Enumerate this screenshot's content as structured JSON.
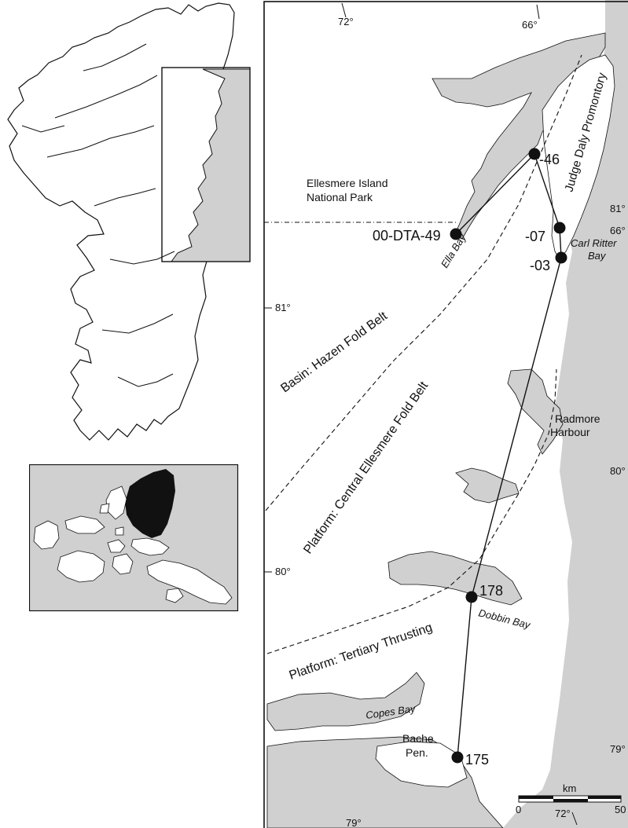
{
  "colors": {
    "land": "#ffffff",
    "water": "#d0d0d0",
    "ink": "#111111",
    "highlight": "#111111"
  },
  "degree_labels": [
    "72°",
    "66°",
    "81°",
    "66°",
    "81°",
    "80°",
    "80°",
    "79°",
    "79°",
    "72°"
  ],
  "region_labels": {
    "park_line1": "Ellesmere Island",
    "park_line2": "National Park",
    "promontory": "Judge Daly Promontory",
    "carl_ritter_line1": "Carl Ritter",
    "carl_ritter_line2": "Bay",
    "ella_bay": "Ella Bay",
    "hazen": "Basin: Hazen Fold Belt",
    "central": "Platform: Central Ellesmere Fold Belt",
    "radmore_line1": "Radmore",
    "radmore_line2": "Harbour",
    "tertiary": "Platform: Tertiary Thrusting",
    "dobbin_bay": "Dobbin Bay",
    "copes_bay": "Copes Bay",
    "bache_line1": "Bache",
    "bache_line2": "Pen."
  },
  "stations": [
    {
      "id": "-46"
    },
    {
      "id": "00-DTA-49"
    },
    {
      "id": "-07"
    },
    {
      "id": "-03"
    },
    {
      "id": "178"
    },
    {
      "id": "175"
    }
  ],
  "scale_bar": {
    "unit": "km",
    "start": "0",
    "end": "50"
  }
}
